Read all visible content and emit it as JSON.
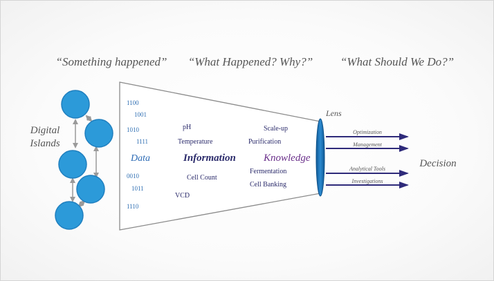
{
  "headings": {
    "something": "“Something happened”",
    "what_why": "“What Happened? Why?”",
    "what_do": "“What Should We Do?”"
  },
  "islands_label": [
    "Digital",
    "Islands"
  ],
  "binary_codes": [
    "1100",
    "1001",
    "1010",
    "1111",
    "0010",
    "1011",
    "1110"
  ],
  "stages": {
    "data": "Data",
    "information": "Information",
    "knowledge": "Knowledge"
  },
  "information_terms": [
    "pH",
    "Temperature",
    "Cell Count",
    "VCD"
  ],
  "knowledge_terms": [
    "Scale-up",
    "Purification",
    "Fermentation",
    "Cell Banking"
  ],
  "lens_label": "Lens",
  "arrow_labels": [
    "Optimization",
    "Management",
    "Analytical Tools",
    "Investigations"
  ],
  "decision_label": "Decision",
  "colors": {
    "circle": "#2c9ad9",
    "circle_stroke": "#1f7fbf",
    "lens": "#1a73b8",
    "binary": "#2f6fb3",
    "data": "#2d6bb5",
    "info": "#2b2b6b",
    "knowledge": "#6a2f8a",
    "arrow": "#2e2a7a",
    "heading": "#555555"
  }
}
